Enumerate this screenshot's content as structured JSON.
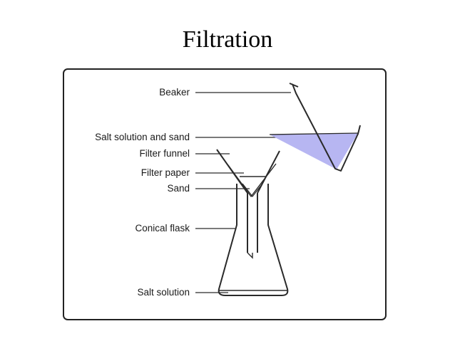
{
  "title": "Filtration",
  "labels": {
    "beaker": "Beaker",
    "salt_solution_and_sand": "Salt solution and sand",
    "filter_funnel": "Filter funnel",
    "filter_paper": "Filter paper",
    "sand": "Sand",
    "conical_flask": "Conical flask",
    "salt_solution": "Salt solution"
  },
  "colors": {
    "liquid": "#b7b6f2",
    "line": "#2a2a2a"
  }
}
